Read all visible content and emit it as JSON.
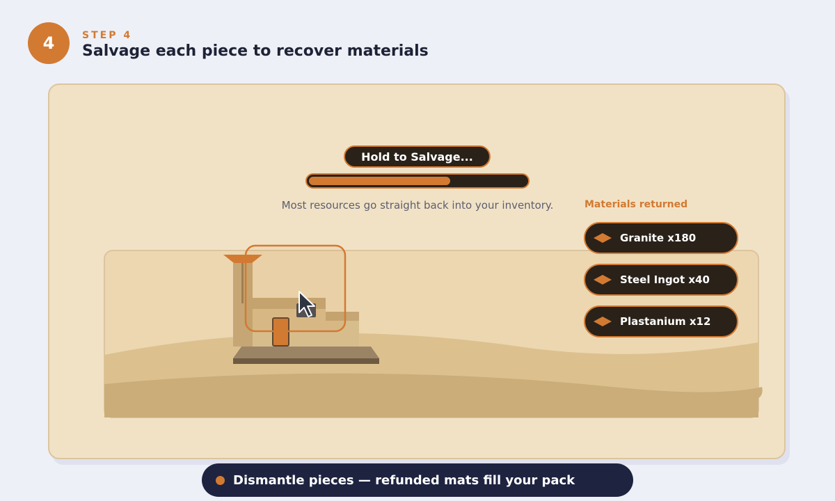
{
  "step": {
    "number": "4",
    "label": "STEP 4",
    "title": "Salvage each piece to recover materials"
  },
  "salvage": {
    "button_label": "Hold to Salvage...",
    "progress": 0.65,
    "hint": "Most resources go straight back into your inventory."
  },
  "materials": {
    "heading": "Materials returned",
    "items": [
      {
        "label": "Granite x180",
        "icon": "diamond-icon"
      },
      {
        "label": "Steel Ingot x40",
        "icon": "diamond-icon"
      },
      {
        "label": "Plastanium x12",
        "icon": "diamond-icon"
      }
    ]
  },
  "caption": {
    "text": "Dismantle pieces — refunded mats fill your pack"
  },
  "colors": {
    "accent": "#d27a32",
    "dark": "#2a2119",
    "navy": "#1e2340",
    "card": "#f1e2c6"
  }
}
